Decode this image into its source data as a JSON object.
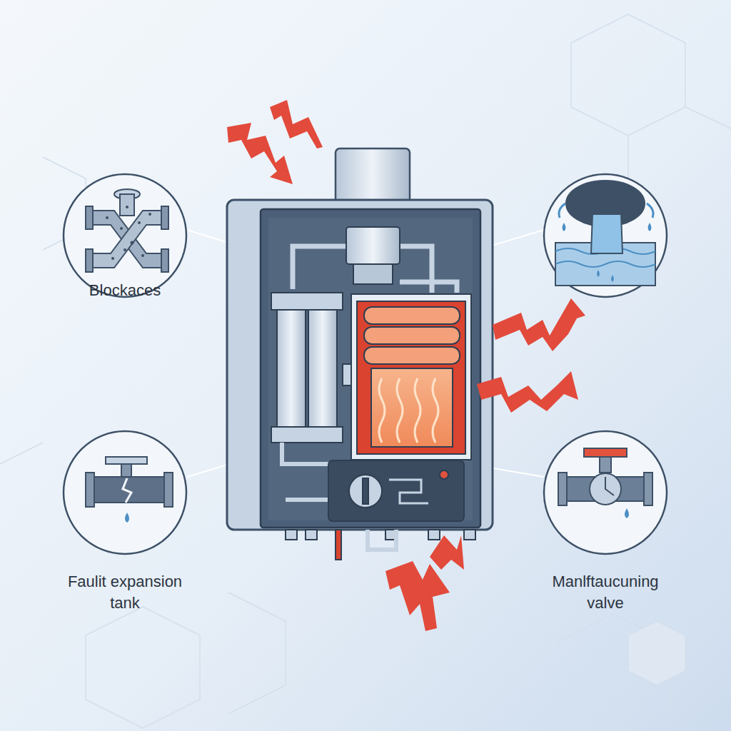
{
  "diagram": {
    "labels": [
      "Blockaces",
      "Faulit expansion tank",
      "Manlftaucuning valve"
    ]
  }
}
